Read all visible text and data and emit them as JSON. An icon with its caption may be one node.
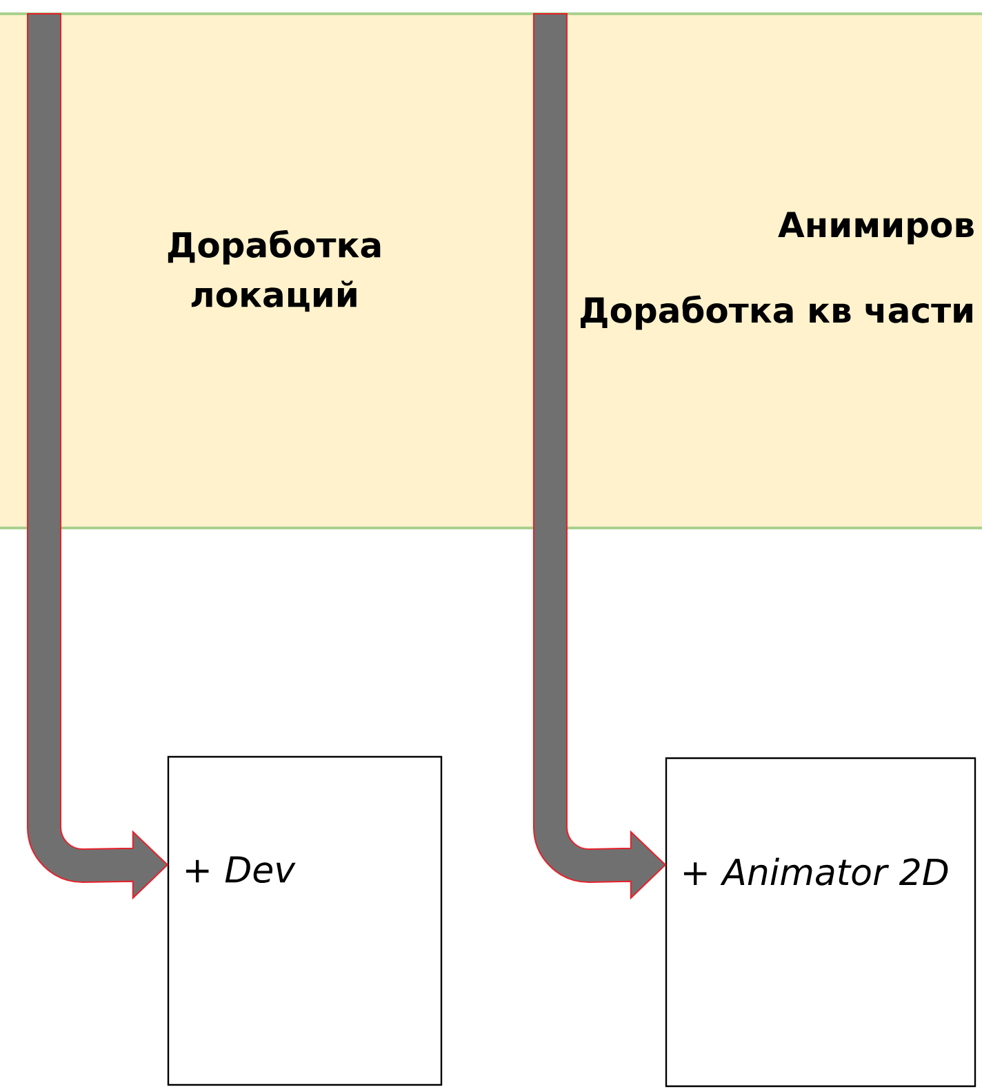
{
  "diagram": {
    "nodes": [
      {
        "text": [
          "Доработка локаций"
        ]
      },
      {
        "text": [
          "Анимиров",
          "Доработка кв части"
        ]
      },
      {
        "text": [
          "+ Dev"
        ]
      },
      {
        "text": [
          "+ Animator 2D"
        ]
      }
    ],
    "edges": [
      {
        "from": null,
        "to": 2,
        "arrow": "to"
      },
      {
        "from": null,
        "to": 3,
        "arrow": "to"
      }
    ]
  }
}
